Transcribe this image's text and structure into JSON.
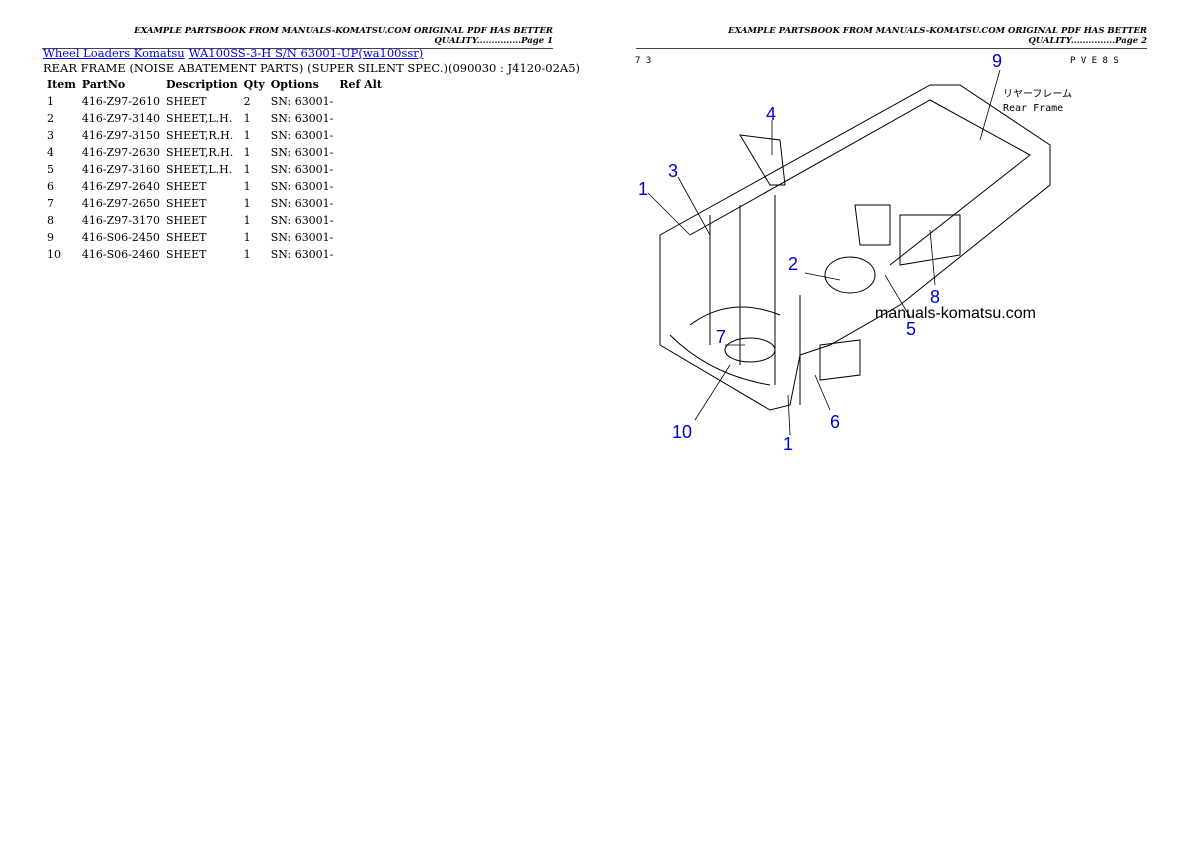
{
  "page1": {
    "header": "EXAMPLE PARTSBOOK FROM MANUALS-KOMATSU.COM ORIGINAL PDF HAS BETTER QUALITY...............Page 1",
    "link1": "Wheel Loaders Komatsu",
    "link2": "WA100SS-3-H S/N 63001-UP(wa100ssr)",
    "subtitle": "REAR FRAME (NOISE ABATEMENT PARTS) (SUPER SILENT SPEC.)(090030 : J4120-02A5)",
    "columns": [
      "Item",
      "PartNo",
      "Description",
      "Qty",
      "Options",
      "Ref Alt"
    ],
    "rows": [
      [
        "1",
        "416-Z97-2610",
        "SHEET",
        "2",
        "SN: 63001-",
        ""
      ],
      [
        "2",
        "416-Z97-3140",
        "SHEET,L.H.",
        "1",
        "SN: 63001-",
        ""
      ],
      [
        "3",
        "416-Z97-3150",
        "SHEET,R.H.",
        "1",
        "SN: 63001-",
        ""
      ],
      [
        "4",
        "416-Z97-2630",
        "SHEET,R.H.",
        "1",
        "SN: 63001-",
        ""
      ],
      [
        "5",
        "416-Z97-3160",
        "SHEET,L.H.",
        "1",
        "SN: 63001-",
        ""
      ],
      [
        "6",
        "416-Z97-2640",
        "SHEET",
        "1",
        "SN: 63001-",
        ""
      ],
      [
        "7",
        "416-Z97-2650",
        "SHEET",
        "1",
        "SN: 63001-",
        ""
      ],
      [
        "8",
        "416-Z97-3170",
        "SHEET",
        "1",
        "SN: 63001-",
        ""
      ],
      [
        "9",
        "416-S06-2450",
        "SHEET",
        "1",
        "SN: 63001-",
        ""
      ],
      [
        "10",
        "416-S06-2460",
        "SHEET",
        "1",
        "SN: 63001-",
        ""
      ]
    ]
  },
  "page2": {
    "header": "EXAMPLE PARTSBOOK FROM MANUALS-KOMATSU.COM ORIGINAL PDF HAS BETTER QUALITY...............Page 2",
    "corner_left": "7 3",
    "corner_right": "P V E 8 S",
    "jp_label": "リヤーフレーム",
    "en_label": "Rear Frame",
    "watermark": "manuals-komatsu.com",
    "callouts": [
      "1",
      "2",
      "3",
      "4",
      "5",
      "6",
      "7",
      "8",
      "9",
      "10",
      "1"
    ]
  }
}
